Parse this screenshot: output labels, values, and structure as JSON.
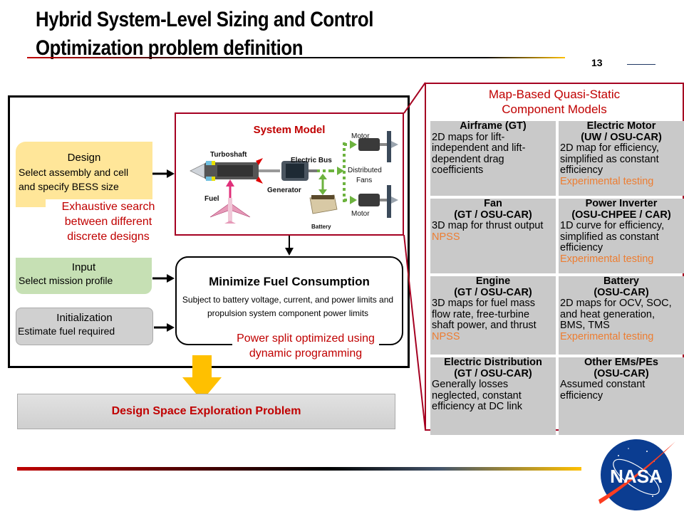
{
  "header": {
    "title_line1": "Hybrid System-Level Sizing and Control",
    "title_line2": "Optimization problem definition",
    "slide_number": "13"
  },
  "system_model": {
    "title": "System Model",
    "labels": {
      "turboshaft": "Turboshaft",
      "fuel": "Fuel",
      "generator": "Generator",
      "electric_bus": "Electric Bus",
      "battery": "Battery",
      "motor_top": "Motor",
      "motor_bottom": "Motor",
      "distributed": "Distributed",
      "fans": "Fans"
    }
  },
  "design": {
    "title": "Design",
    "body_line1": "Select assembly and cell",
    "body_line2": "and specify BESS size",
    "note_line1": "Exhaustive search",
    "note_line2": "between different",
    "note_line3": "discrete designs"
  },
  "input": {
    "title": "Input",
    "body": "Select mission profile"
  },
  "initialization": {
    "title": "Initialization",
    "body": "Estimate fuel required"
  },
  "minimize": {
    "title": "Minimize Fuel Consumption",
    "body": "Subject to battery voltage, current, and power limits and propulsion system component power limits",
    "note_line1": "Power split optimized using",
    "note_line2": "dynamic programming"
  },
  "result": {
    "label": "Design Space Exploration Problem"
  },
  "component_models": {
    "title_line1": "Map-Based Quasi-Static",
    "title_line2": "Component Models",
    "cells": [
      {
        "title": "Airframe (GT)",
        "org": "",
        "body": "2D maps for lift-independent and lift-dependent drag coefficients",
        "source": ""
      },
      {
        "title": "Electric Motor",
        "org": "(UW / OSU-CAR)",
        "body": "2D map for efficiency, simplified as constant efficiency",
        "source": "Experimental testing"
      },
      {
        "title": "Fan",
        "org": "(GT / OSU-CAR)",
        "body": "3D map for thrust output",
        "source": "NPSS"
      },
      {
        "title": "Power Inverter",
        "org": "(OSU-CHPEE / CAR)",
        "body": "1D curve for efficiency, simplified as constant efficiency",
        "source": "Experimental testing"
      },
      {
        "title": "Engine",
        "org": "(GT / OSU-CAR)",
        "body": "3D maps for fuel mass flow rate, free-turbine shaft power, and thrust",
        "source": "NPSS"
      },
      {
        "title": "Battery",
        "org": "(OSU-CAR)",
        "body": "2D maps for OCV, SOC, and heat generation, BMS, TMS",
        "source": "Experimental testing"
      },
      {
        "title": "Electric Distribution",
        "org": "(GT / OSU-CAR)",
        "body": "Generally losses neglected, constant efficiency at DC link",
        "source": ""
      },
      {
        "title": "Other EMs/PEs",
        "org": "(OSU-CAR)",
        "body": "Assumed constant efficiency",
        "source": ""
      }
    ]
  },
  "logo": {
    "text": "NASA"
  },
  "colors": {
    "accent_red": "#c00000",
    "frame_red": "#a50021",
    "source_orange": "#ed7d31",
    "design_fill": "#ffe699",
    "input_fill": "#c6e0b4",
    "init_fill": "#d0d0d0",
    "arrow_yellow": "#ffc000",
    "nasa_blue": "#0b3d91"
  }
}
